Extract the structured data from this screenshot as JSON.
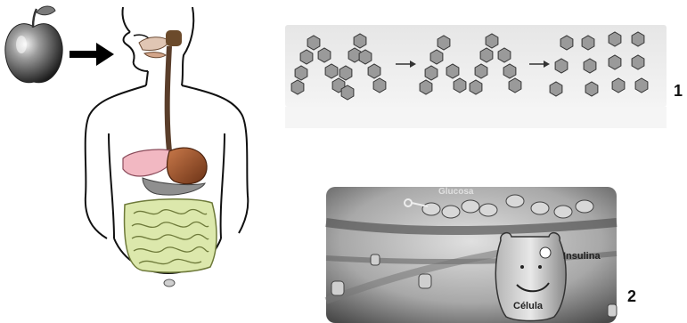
{
  "figure": {
    "panel_numbers": {
      "first": "1",
      "second": "2"
    },
    "panel2": {
      "glucose_label": "Glucosa",
      "insulin_label": "Insulina",
      "cell_label": "Célula"
    }
  },
  "colors": {
    "liver": "#f2b8c2",
    "stomach": "#a0522d",
    "intestine": "#d8e6a8",
    "esophagus": "#5a3e2b",
    "panel_bg_dark": "#555555",
    "panel_bg_light": "#e9e9e9",
    "hexagon_fill": "#9a9a9a"
  }
}
